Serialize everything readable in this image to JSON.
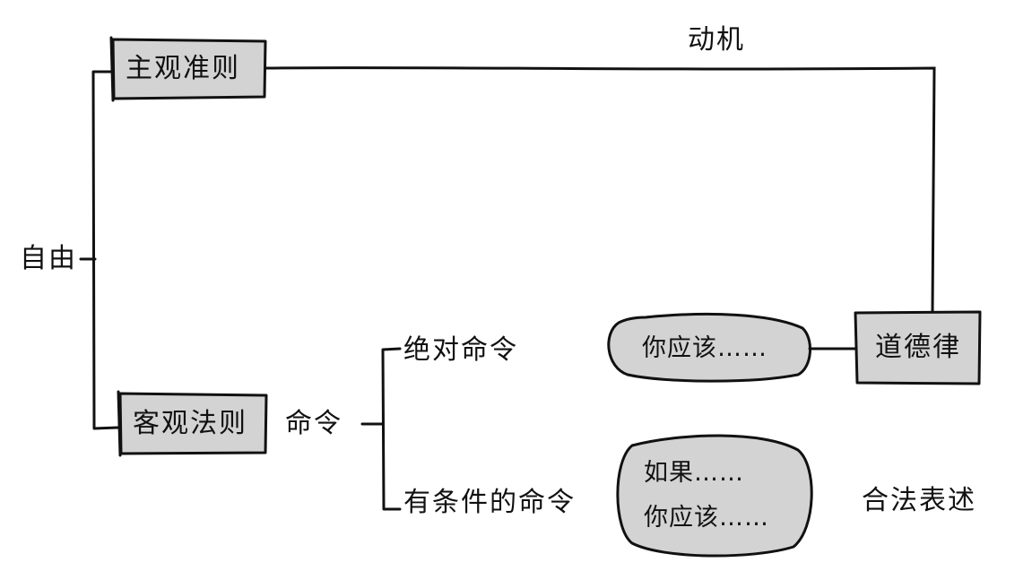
{
  "nodes": {
    "freedom": "自由",
    "subjective_maxim": "主观准则",
    "objective_law": "客观法则",
    "motive": "动机",
    "imperative": "命令",
    "categorical_imperative": "绝对命令",
    "hypothetical_imperative": "有条件的命令",
    "moral_law": "道德律",
    "you_ought": "你应该……",
    "if_then_line1": "如果……",
    "if_then_line2": "你应该……",
    "legal_statement": "合法表述"
  },
  "colors": {
    "box_fill": "#d3d3d3",
    "blob_fill": "#d3d3d3",
    "stroke": "#111111",
    "background": "#ffffff"
  }
}
